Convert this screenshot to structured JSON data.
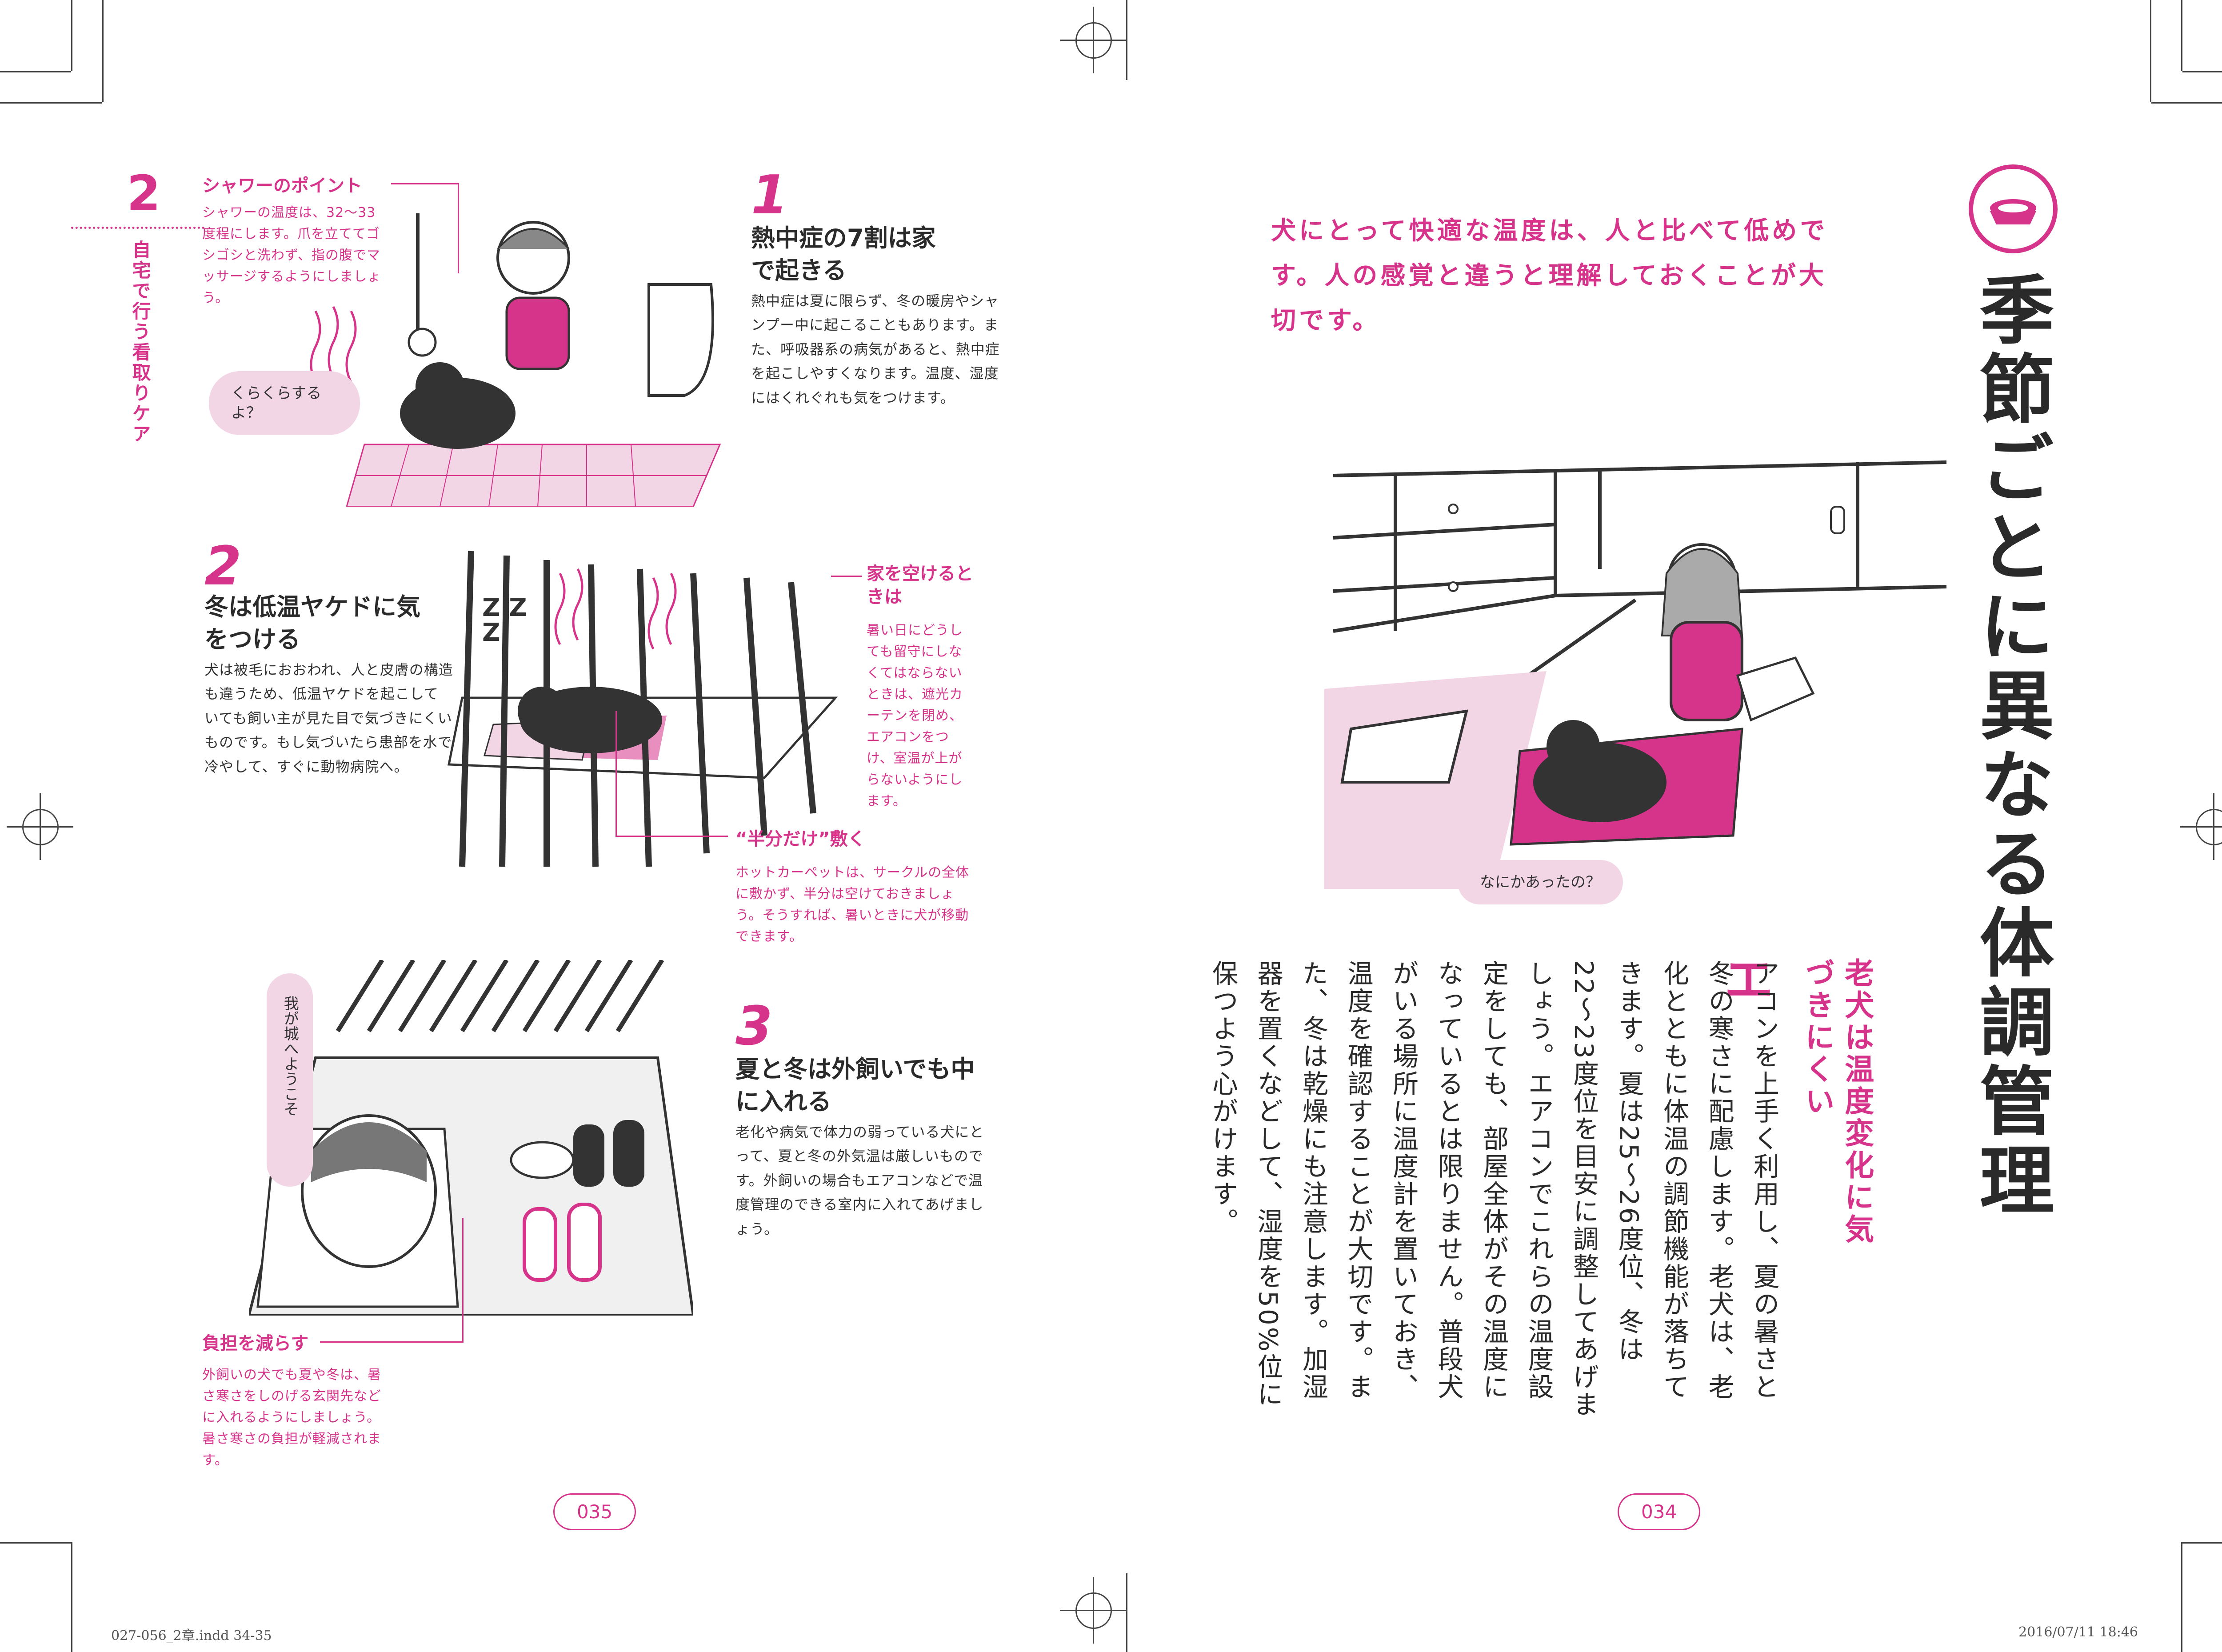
{
  "left_page": {
    "side_tab": {
      "number": "2",
      "label": "自宅で行う看取りケア"
    },
    "shower_note": {
      "title": "シャワーのポイント",
      "body": "シャワーの温度は、32〜33度程にします。爪を立ててゴシゴシと洗わず、指の腹でマッサージするようにしましょう。"
    },
    "bubble_dizzy": "くらくらするよ？",
    "sections": [
      {
        "number": "1",
        "title": "熱中症の7割は家で起きる",
        "body": "熱中症は夏に限らず、冬の暖房やシャンプー中に起こることもあります。また、呼吸器系の病気があると、熱中症を起こしやすくなります。温度、湿度にはくれぐれも気をつけます。"
      },
      {
        "number": "2",
        "title": "冬は低温ヤケドに気をつける",
        "body": "犬は被毛におおわれ、人と皮膚の構造も違うため、低温ヤケドを起こしていても飼い主が見た目で気づきにくいものです。もし気づいたら患部を水で冷やして、すぐに動物病院へ。"
      },
      {
        "number": "3",
        "title": "夏と冬は外飼いでも中に入れる",
        "body": "老化や病気で体力の弱っている犬にとって、夏と冬の外気温は厳しいものです。外飼いの場合もエアコンなどで温度管理のできる室内に入れてあげましょう。"
      }
    ],
    "away_note": {
      "title": "家を空けるときは",
      "body": "暑い日にどうしても留守にしなくてはならないときは、遮光カーテンを閉め、エアコンをつけ、室温が上がらないようにします。"
    },
    "half_note": {
      "title": "“半分だけ”敷く",
      "body": "ホットカーペットは、サークルの全体に敷かず、半分は空けておきましょう。そうすれば、暑いときに犬が移動できます。"
    },
    "zzz": "Z Z Z",
    "bubble_castle": "我が城へようこそ",
    "burden_note": {
      "title": "負担を減らす",
      "body": "外飼いの犬でも夏や冬は、暑さ寒さをしのげる玄関先などに入れるようにしましょう。暑さ寒さの負担が軽減されます。"
    },
    "page_number": "035"
  },
  "right_page": {
    "chapter_title": "季節ごとに異なる体調管理",
    "lead": "犬にとって快適な温度は、人と比べて低めです。人の感覚と違うと理解しておくことが大切です。",
    "bubble_what": "なにかあったの？",
    "column": {
      "heading": "老犬は温度変化に気づきにくい",
      "drop_cap": "エ",
      "body": "アコンを上手く利用し、夏の暑さと冬の寒さに配慮します。老犬は、老化とともに体温の調節機能が落ちてきます。夏は25〜26度位、冬は22〜23度位を目安に調整してあげましょう。エアコンでこれらの温度設定をしても、部屋全体がその温度になっているとは限りません。普段犬がいる場所に温度計を置いておき、温度を確認することが大切です。また、冬は乾燥にも注意します。加湿器を置くなどして、湿度を50%位に保つよう心がけます。"
    },
    "page_number": "034"
  },
  "footer": {
    "file": "027-056_2章.indd 34-35",
    "timestamp": "2016/07/11 18:46"
  },
  "colors": {
    "accent": "#d6338a",
    "tint": "#f3d6e6",
    "ink": "#2a2a2a"
  }
}
